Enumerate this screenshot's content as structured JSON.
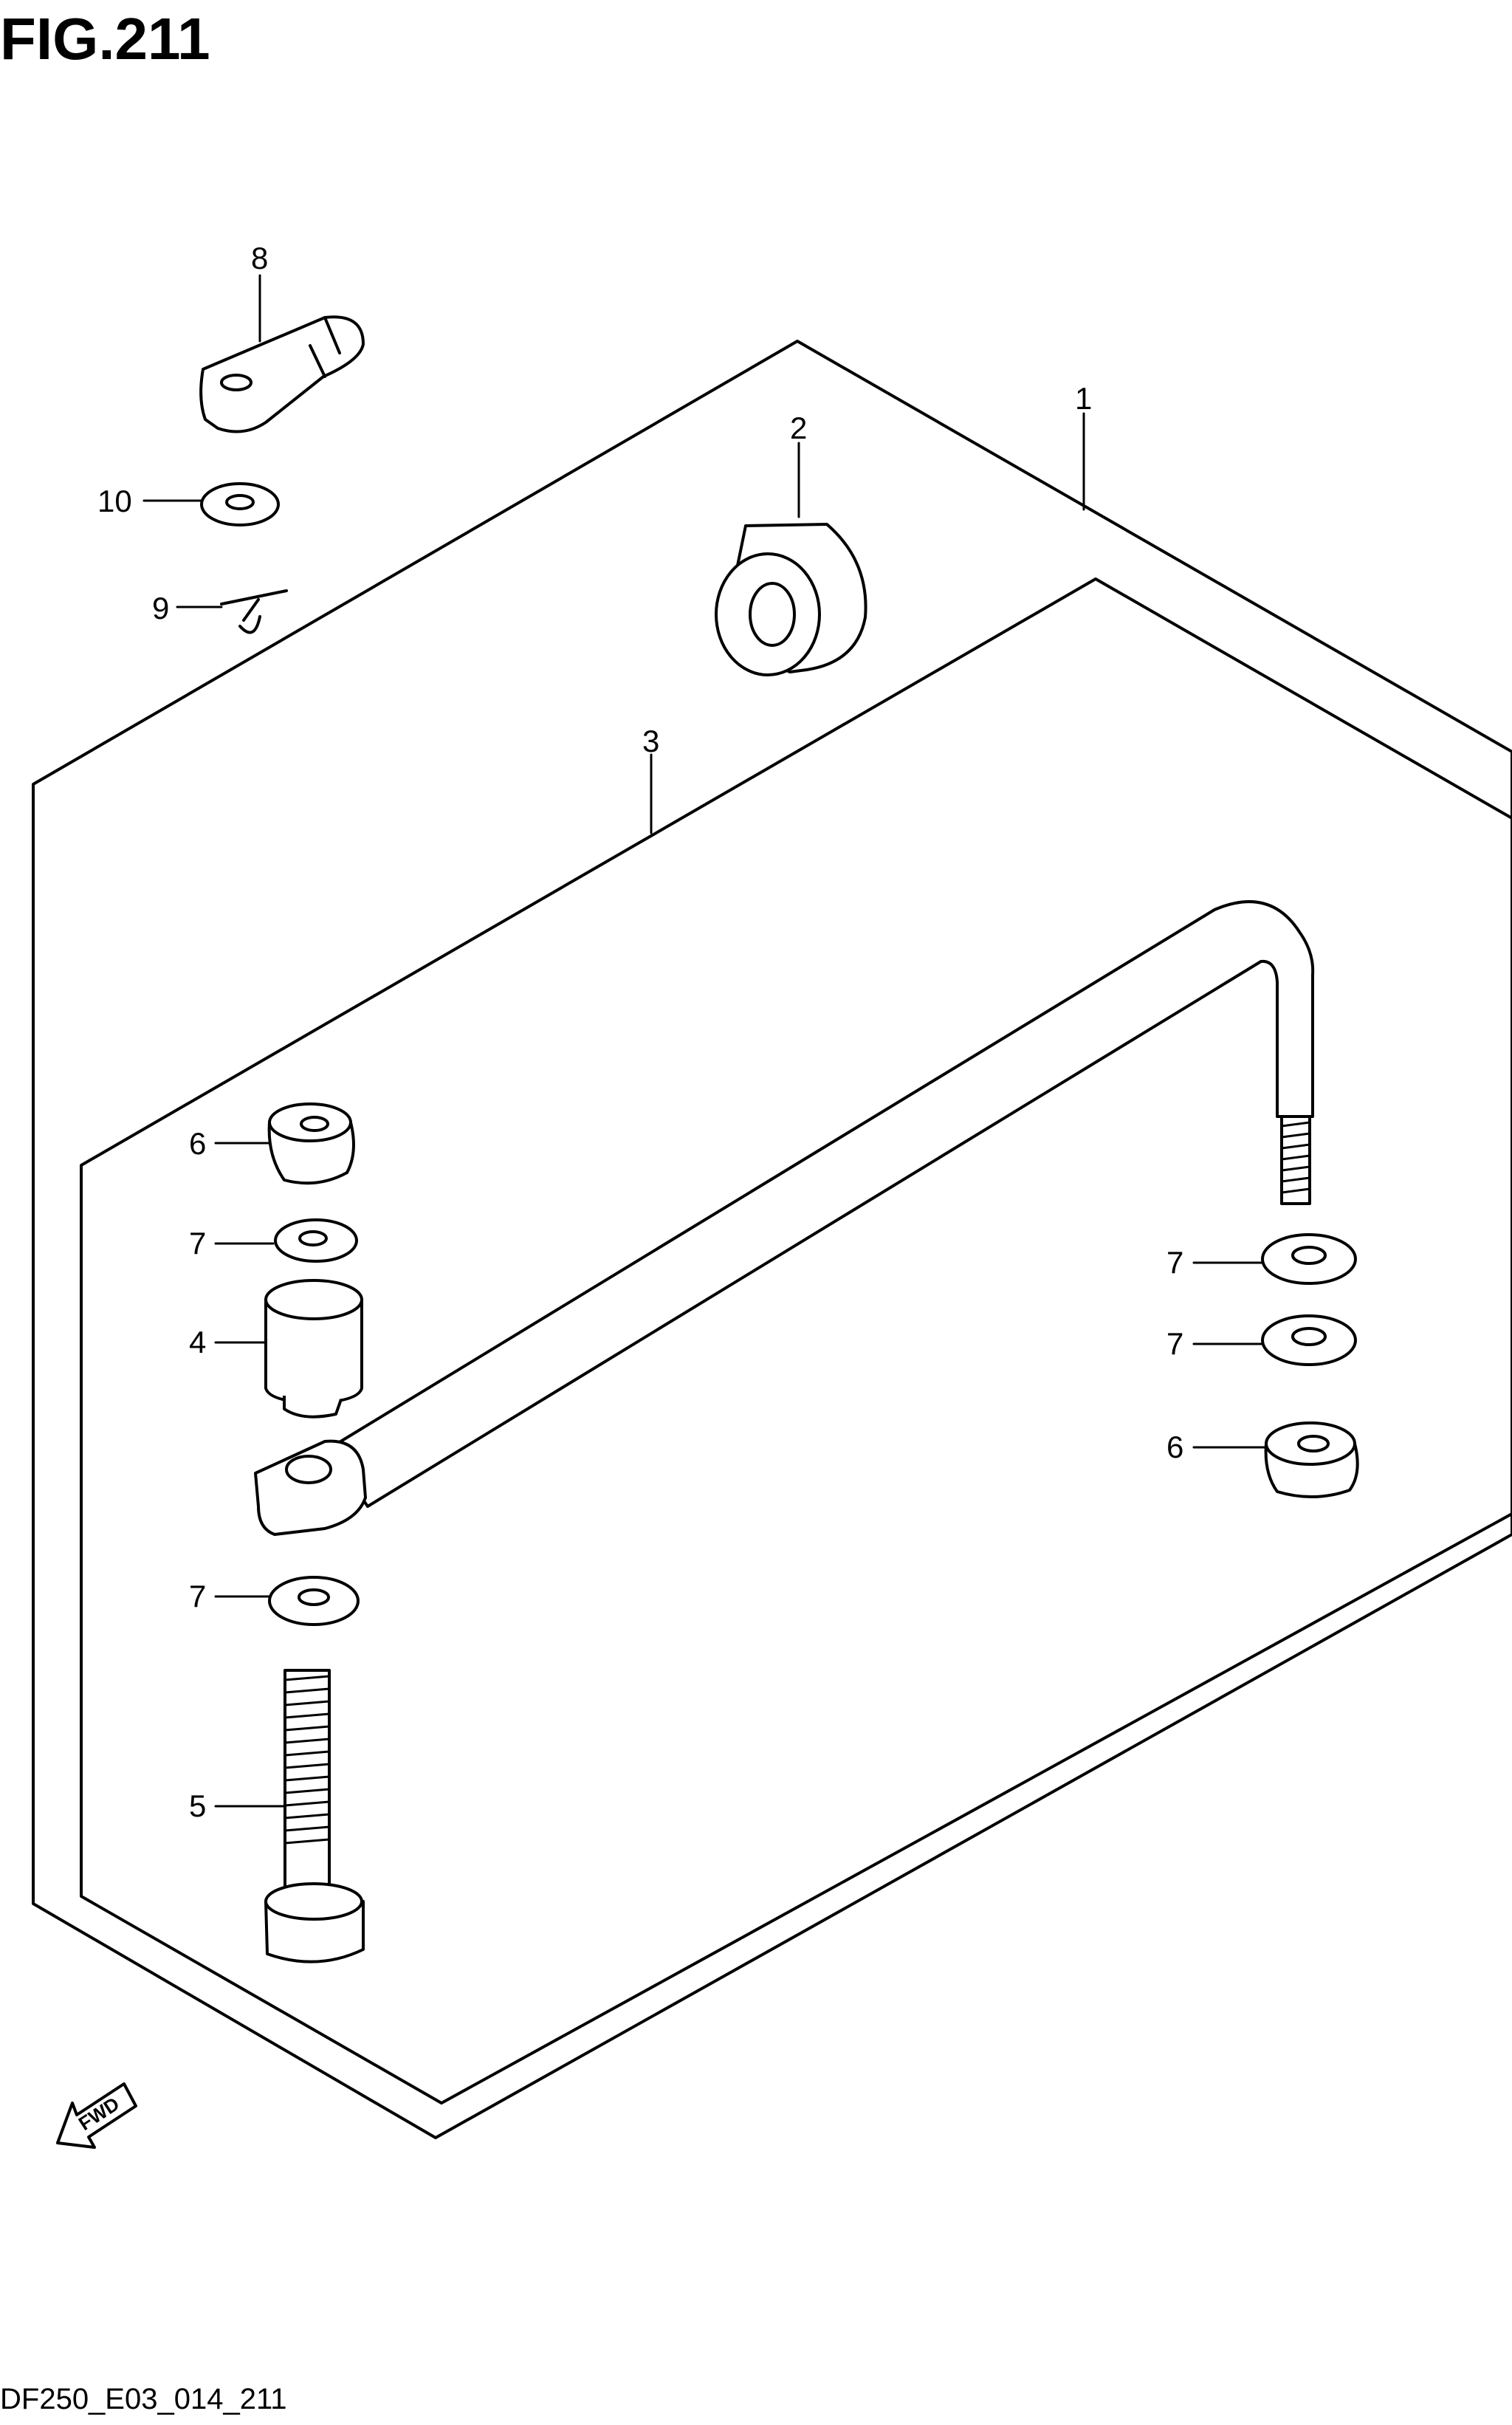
{
  "figure": {
    "title": "FIG.211"
  },
  "callouts": {
    "c1": "1",
    "c2": "2",
    "c3": "3",
    "c4": "4",
    "c5": "5",
    "c6a": "6",
    "c6b": "6",
    "c7a": "7",
    "c7b": "7",
    "c7c": "7",
    "c7d": "7",
    "c8": "8",
    "c9": "9",
    "c10": "10"
  },
  "fwd_label": "FWD",
  "footer": {
    "code": "DF250_E03_014_211"
  },
  "icons": {
    "fwd": "fwd-arrow-icon"
  }
}
